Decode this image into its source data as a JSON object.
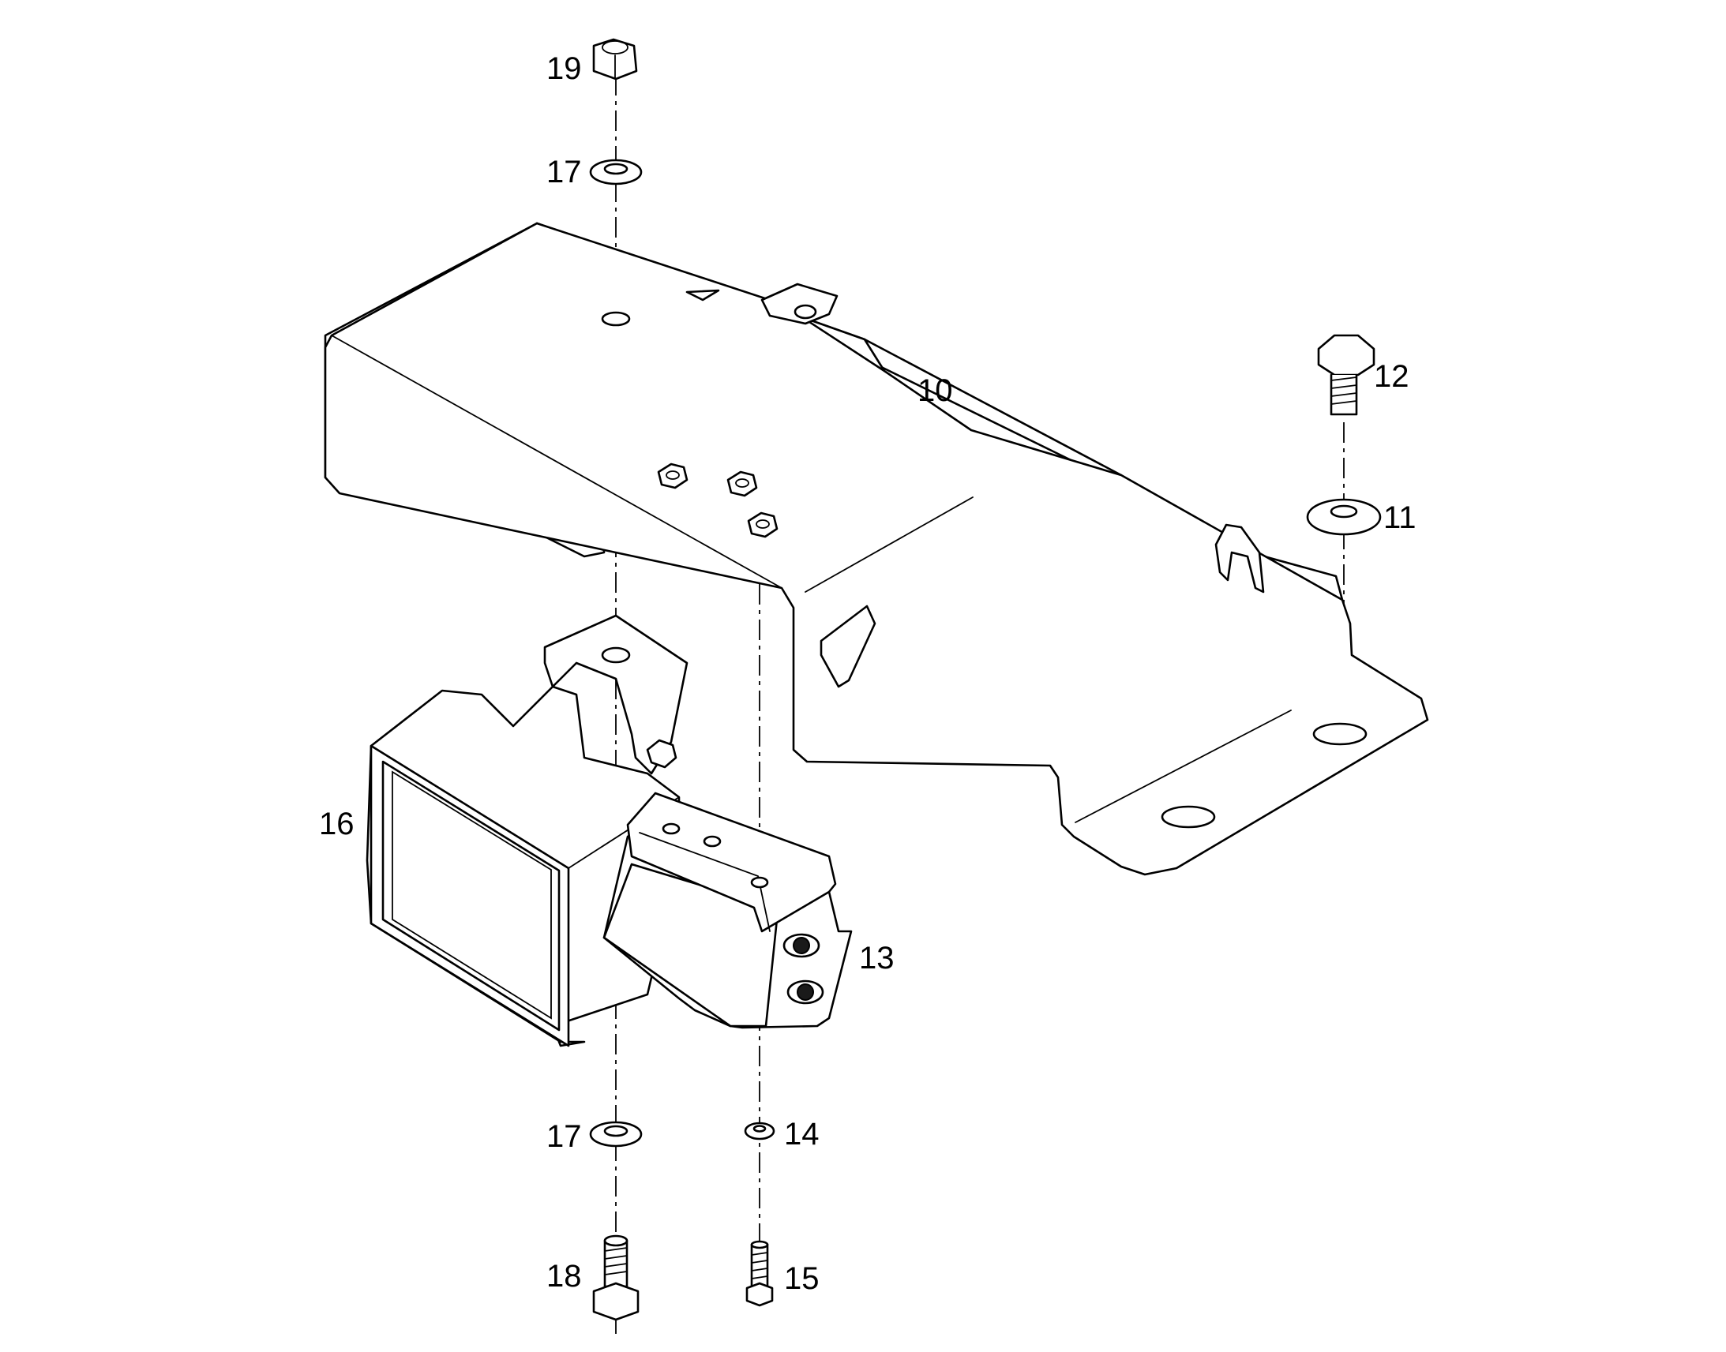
{
  "callouts": {
    "c10": "10",
    "c11": "11",
    "c12": "12",
    "c13": "13",
    "c14": "14",
    "c15": "15",
    "c16": "16",
    "c17_top": "17",
    "c17_bottom": "17",
    "c18": "18",
    "c19": "19"
  }
}
